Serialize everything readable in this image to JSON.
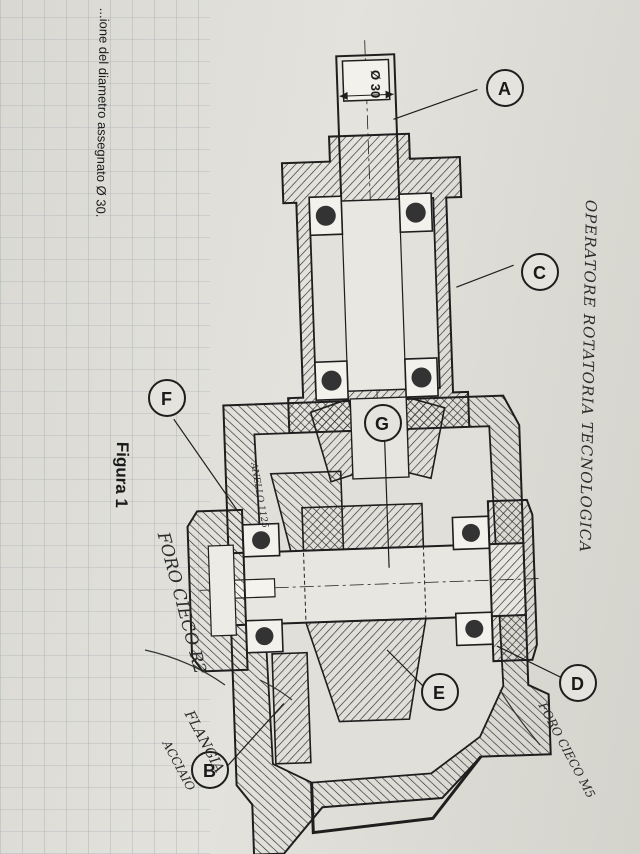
{
  "header_text": {
    "top_cut": "...ione del diametro assegnato Ø 30.",
    "handwritten": "OPERATORE ROTATORIA TECNOLOGICA"
  },
  "figure": {
    "caption": "Figura 1",
    "dimension": "Ø 30"
  },
  "callouts": [
    "A",
    "C",
    "G",
    "F",
    "E",
    "D",
    "B"
  ],
  "handwritten_notes": {
    "blind_hole_f": "FORO CIECO R2",
    "blind_hole_d": "FORO CIECO M5",
    "flange": "FLANGIA",
    "flange_sub": "ACCIAIO",
    "ring": "ANELLO 1125"
  },
  "colors": {
    "ink": "#1e1e1e",
    "paper": "#dedcd6"
  }
}
